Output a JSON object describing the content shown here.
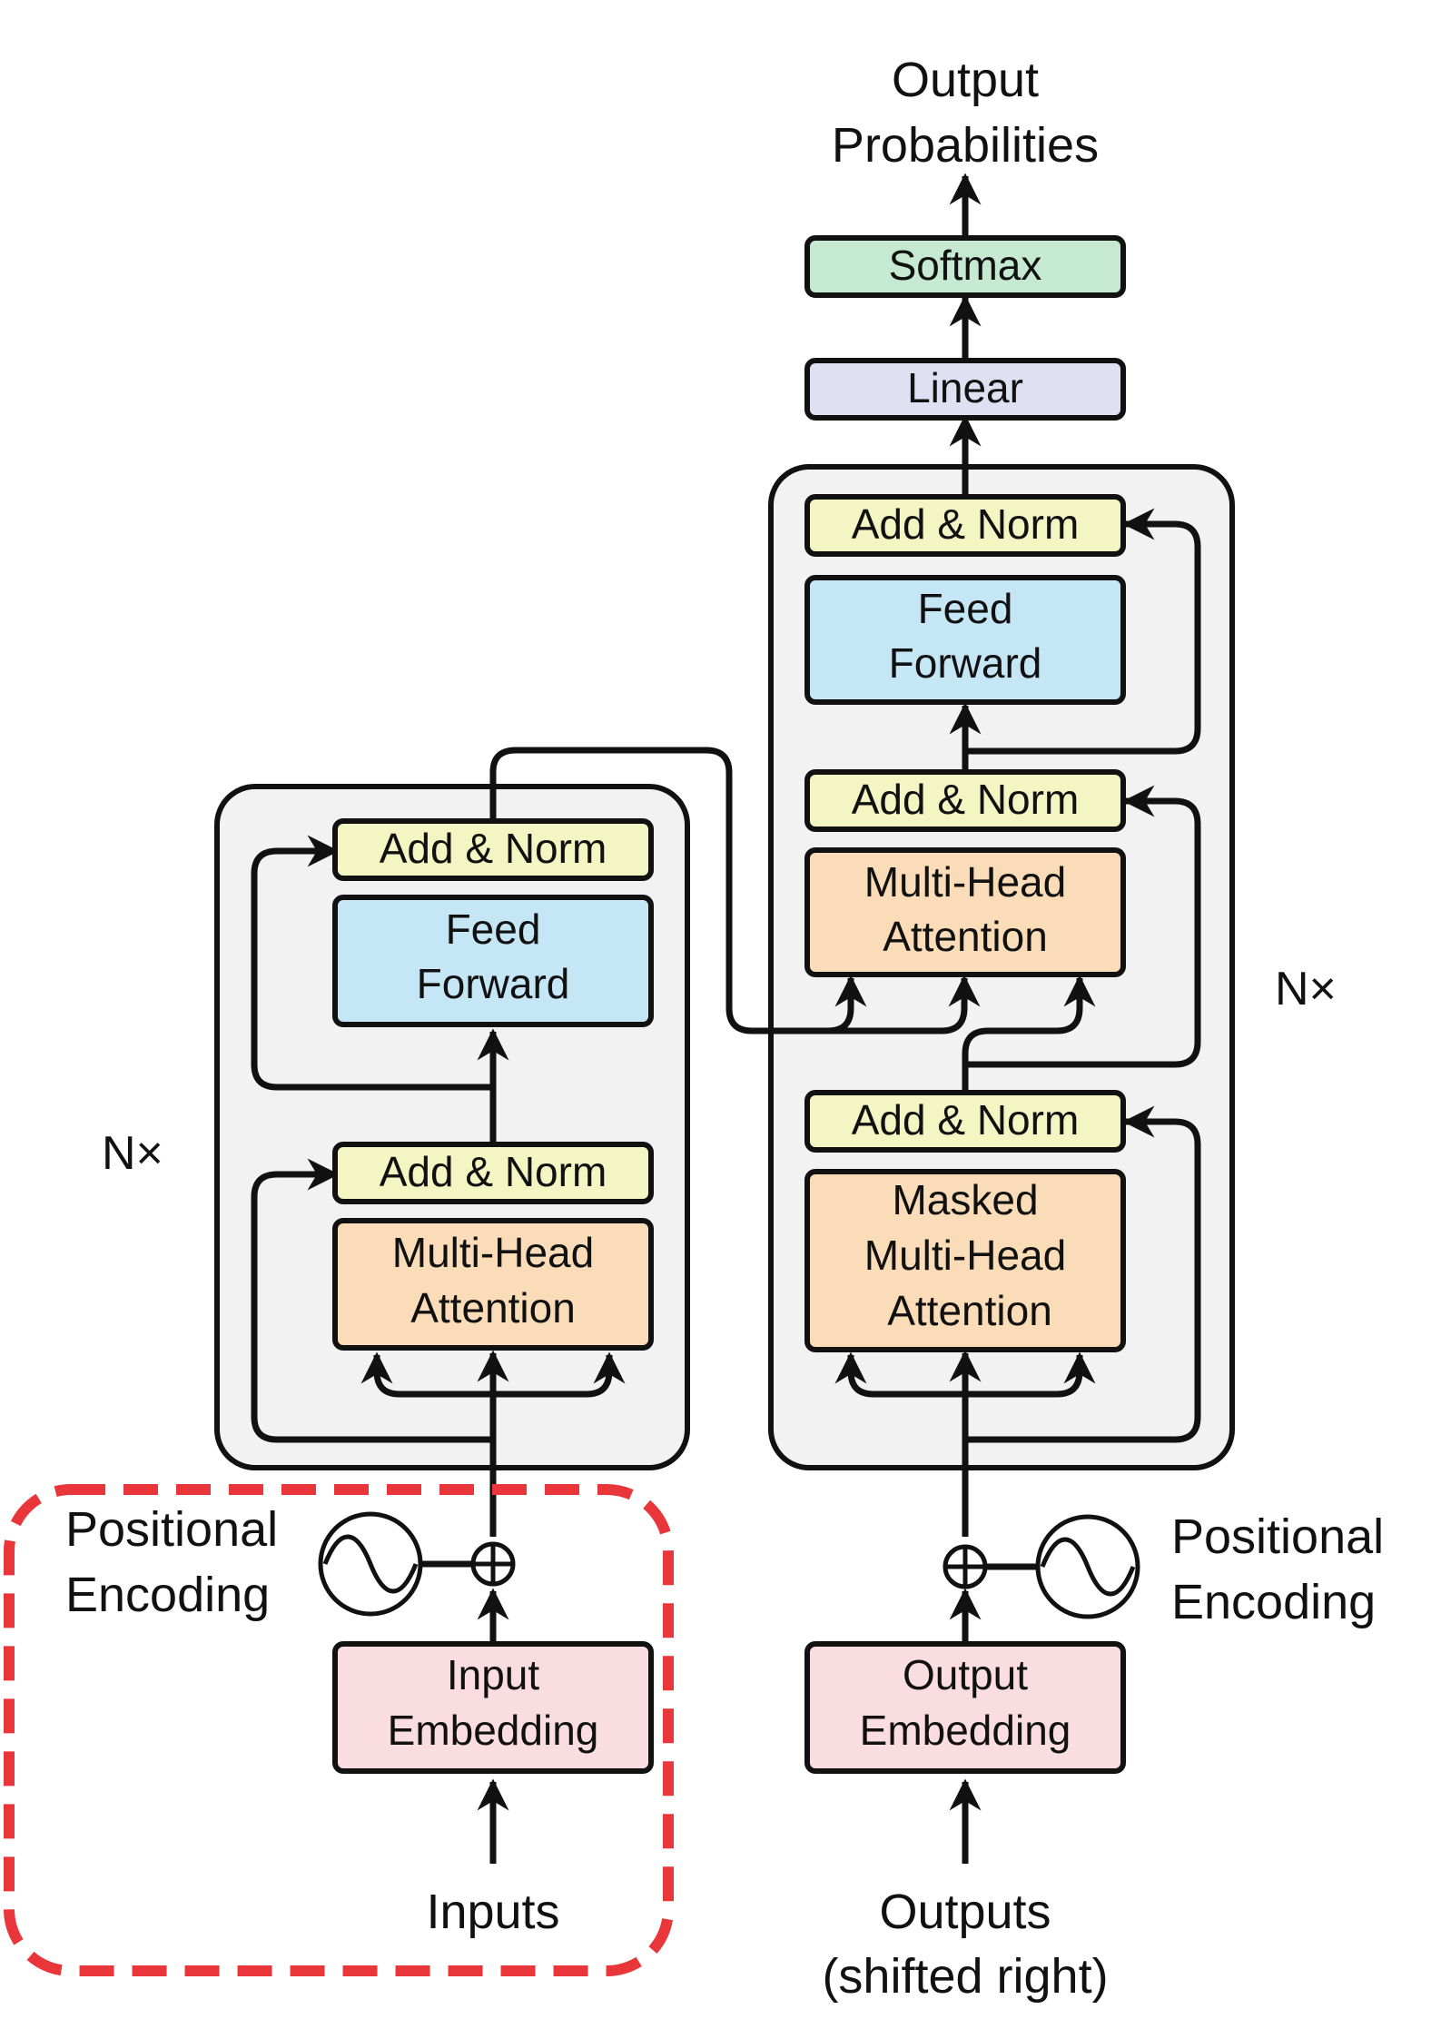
{
  "colors": {
    "add_norm": "#f3f5c3",
    "feed_forward": "#c5e6f5",
    "attention": "#fbdcb8",
    "embedding": "#fadde1",
    "linear": "#dfe1f3",
    "softmax": "#c6e9d2",
    "block_bg": "#f2f2f2",
    "stroke": "#111111",
    "highlight": "#e8363a"
  },
  "output": {
    "line1": "Output",
    "line2": "Probabilities"
  },
  "decoder": {
    "softmax": "Softmax",
    "linear": "Linear",
    "add_norm_top": "Add & Norm",
    "feed_forward": {
      "line1": "Feed",
      "line2": "Forward"
    },
    "add_norm_mid": "Add & Norm",
    "cross_attention": {
      "line1": "Multi-Head",
      "line2": "Attention"
    },
    "add_norm_bottom": "Add & Norm",
    "masked_attention": {
      "line1": "Masked",
      "line2": "Multi-Head",
      "line3": "Attention"
    },
    "repeat": "N×",
    "embedding": {
      "line1": "Output",
      "line2": "Embedding"
    },
    "positional": {
      "line1": "Positional",
      "line2": "Encoding"
    },
    "input_label": {
      "line1": "Outputs",
      "line2": "(shifted right)"
    }
  },
  "encoder": {
    "add_norm_top": "Add & Norm",
    "feed_forward": {
      "line1": "Feed",
      "line2": "Forward"
    },
    "add_norm_bottom": "Add & Norm",
    "attention": {
      "line1": "Multi-Head",
      "line2": "Attention"
    },
    "repeat": "N×",
    "embedding": {
      "line1": "Input",
      "line2": "Embedding"
    },
    "positional": {
      "line1": "Positional",
      "line2": "Encoding"
    },
    "input_label": "Inputs"
  }
}
